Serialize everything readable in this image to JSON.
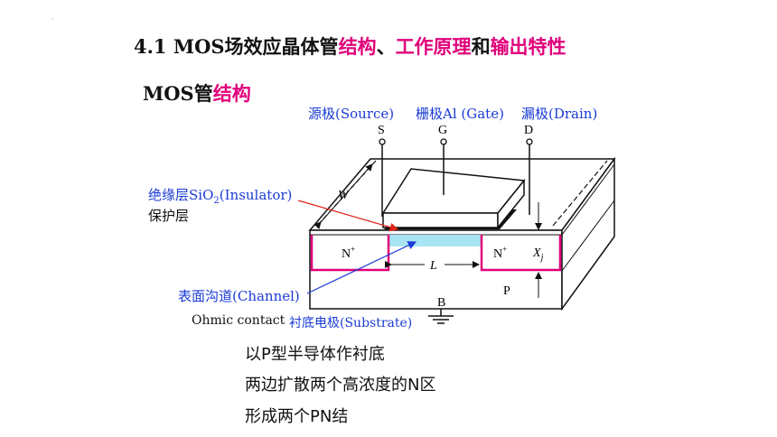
{
  "slide": {
    "corner_mark": "·",
    "title": {
      "prefix": "4.1  MOS场效应晶体管",
      "part1": "结构",
      "sep1": "、",
      "part2": "工作原理",
      "sep2": "和",
      "part3": "输出特性"
    },
    "subtitle": {
      "prefix": "MOS管",
      "highlight": "结构"
    }
  },
  "diagram": {
    "source_label": "源极(Source)",
    "gate_label": "栅极Al (Gate)",
    "drain_label": "漏极(Drain)",
    "terminal_s": "S",
    "terminal_g": "G",
    "terminal_d": "D",
    "terminal_b": "B",
    "insulator_label_pre": "绝缘层SiO",
    "insulator_label_sub": "2",
    "insulator_label_post": "(Insulator)",
    "protect_label": "保护层",
    "channel_label": "表面沟道(Channel)",
    "ohmic_label": "Ohmic contact",
    "substrate_label": "衬底电极(Substrate)",
    "n_plus_left": "N",
    "n_plus_right": "N",
    "n_plus_sup": "+",
    "p_label": "P",
    "w_label": "W",
    "l_label": "L",
    "xj_label": "X",
    "xj_sub": "j",
    "colors": {
      "accent_pink": "#e0007a",
      "label_blue": "#1a3bd6",
      "channel_fill": "#a9e4f5",
      "arrow_red": "#e2231a",
      "gate_dark": "#111111"
    }
  },
  "bullets": [
    "以P型半导体作衬底",
    "两边扩散两个高浓度的N区",
    "形成两个PN结"
  ]
}
